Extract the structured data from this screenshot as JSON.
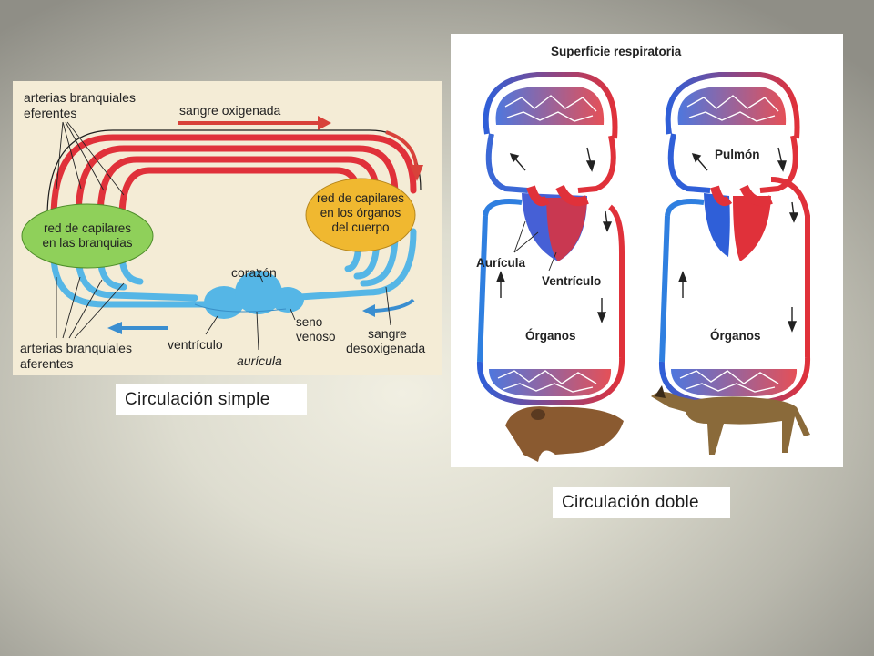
{
  "simple": {
    "caption": "Circulación simple",
    "labels": {
      "efferent_arteries_1": "arterias branquiales",
      "efferent_arteries_2": "eferentes",
      "oxygenated": "sangre oxigenada",
      "gill_capillaries_1": "red de capilares",
      "gill_capillaries_2": "en las branquias",
      "organ_capillaries_1": "red de capilares",
      "organ_capillaries_2": "en los órganos",
      "organ_capillaries_3": "del cuerpo",
      "heart": "corazón",
      "sinus_1": "seno",
      "sinus_2": "venoso",
      "ventricle": "ventrículo",
      "atrium": "aurícula",
      "deoxygenated_1": "sangre",
      "deoxygenated_2": "desoxigenada",
      "afferent_arteries_1": "arterias branquiales",
      "afferent_arteries_2": "aferentes"
    }
  },
  "double": {
    "caption": "Circulación doble",
    "labels": {
      "respiratory_surface": "Superficie respiratoria",
      "lung": "Pulmón",
      "atrium": "Aurícula",
      "ventricle": "Ventrículo",
      "organs_left": "Órganos",
      "organs_right": "Órganos"
    }
  },
  "colors": {
    "oxygenated": "#e0313a",
    "deoxygenated": "#2f7fe0",
    "fish_deoxygenated": "#55b6e6",
    "gill_bubble": "#8fd05a",
    "organ_bubble": "#f0b830"
  }
}
